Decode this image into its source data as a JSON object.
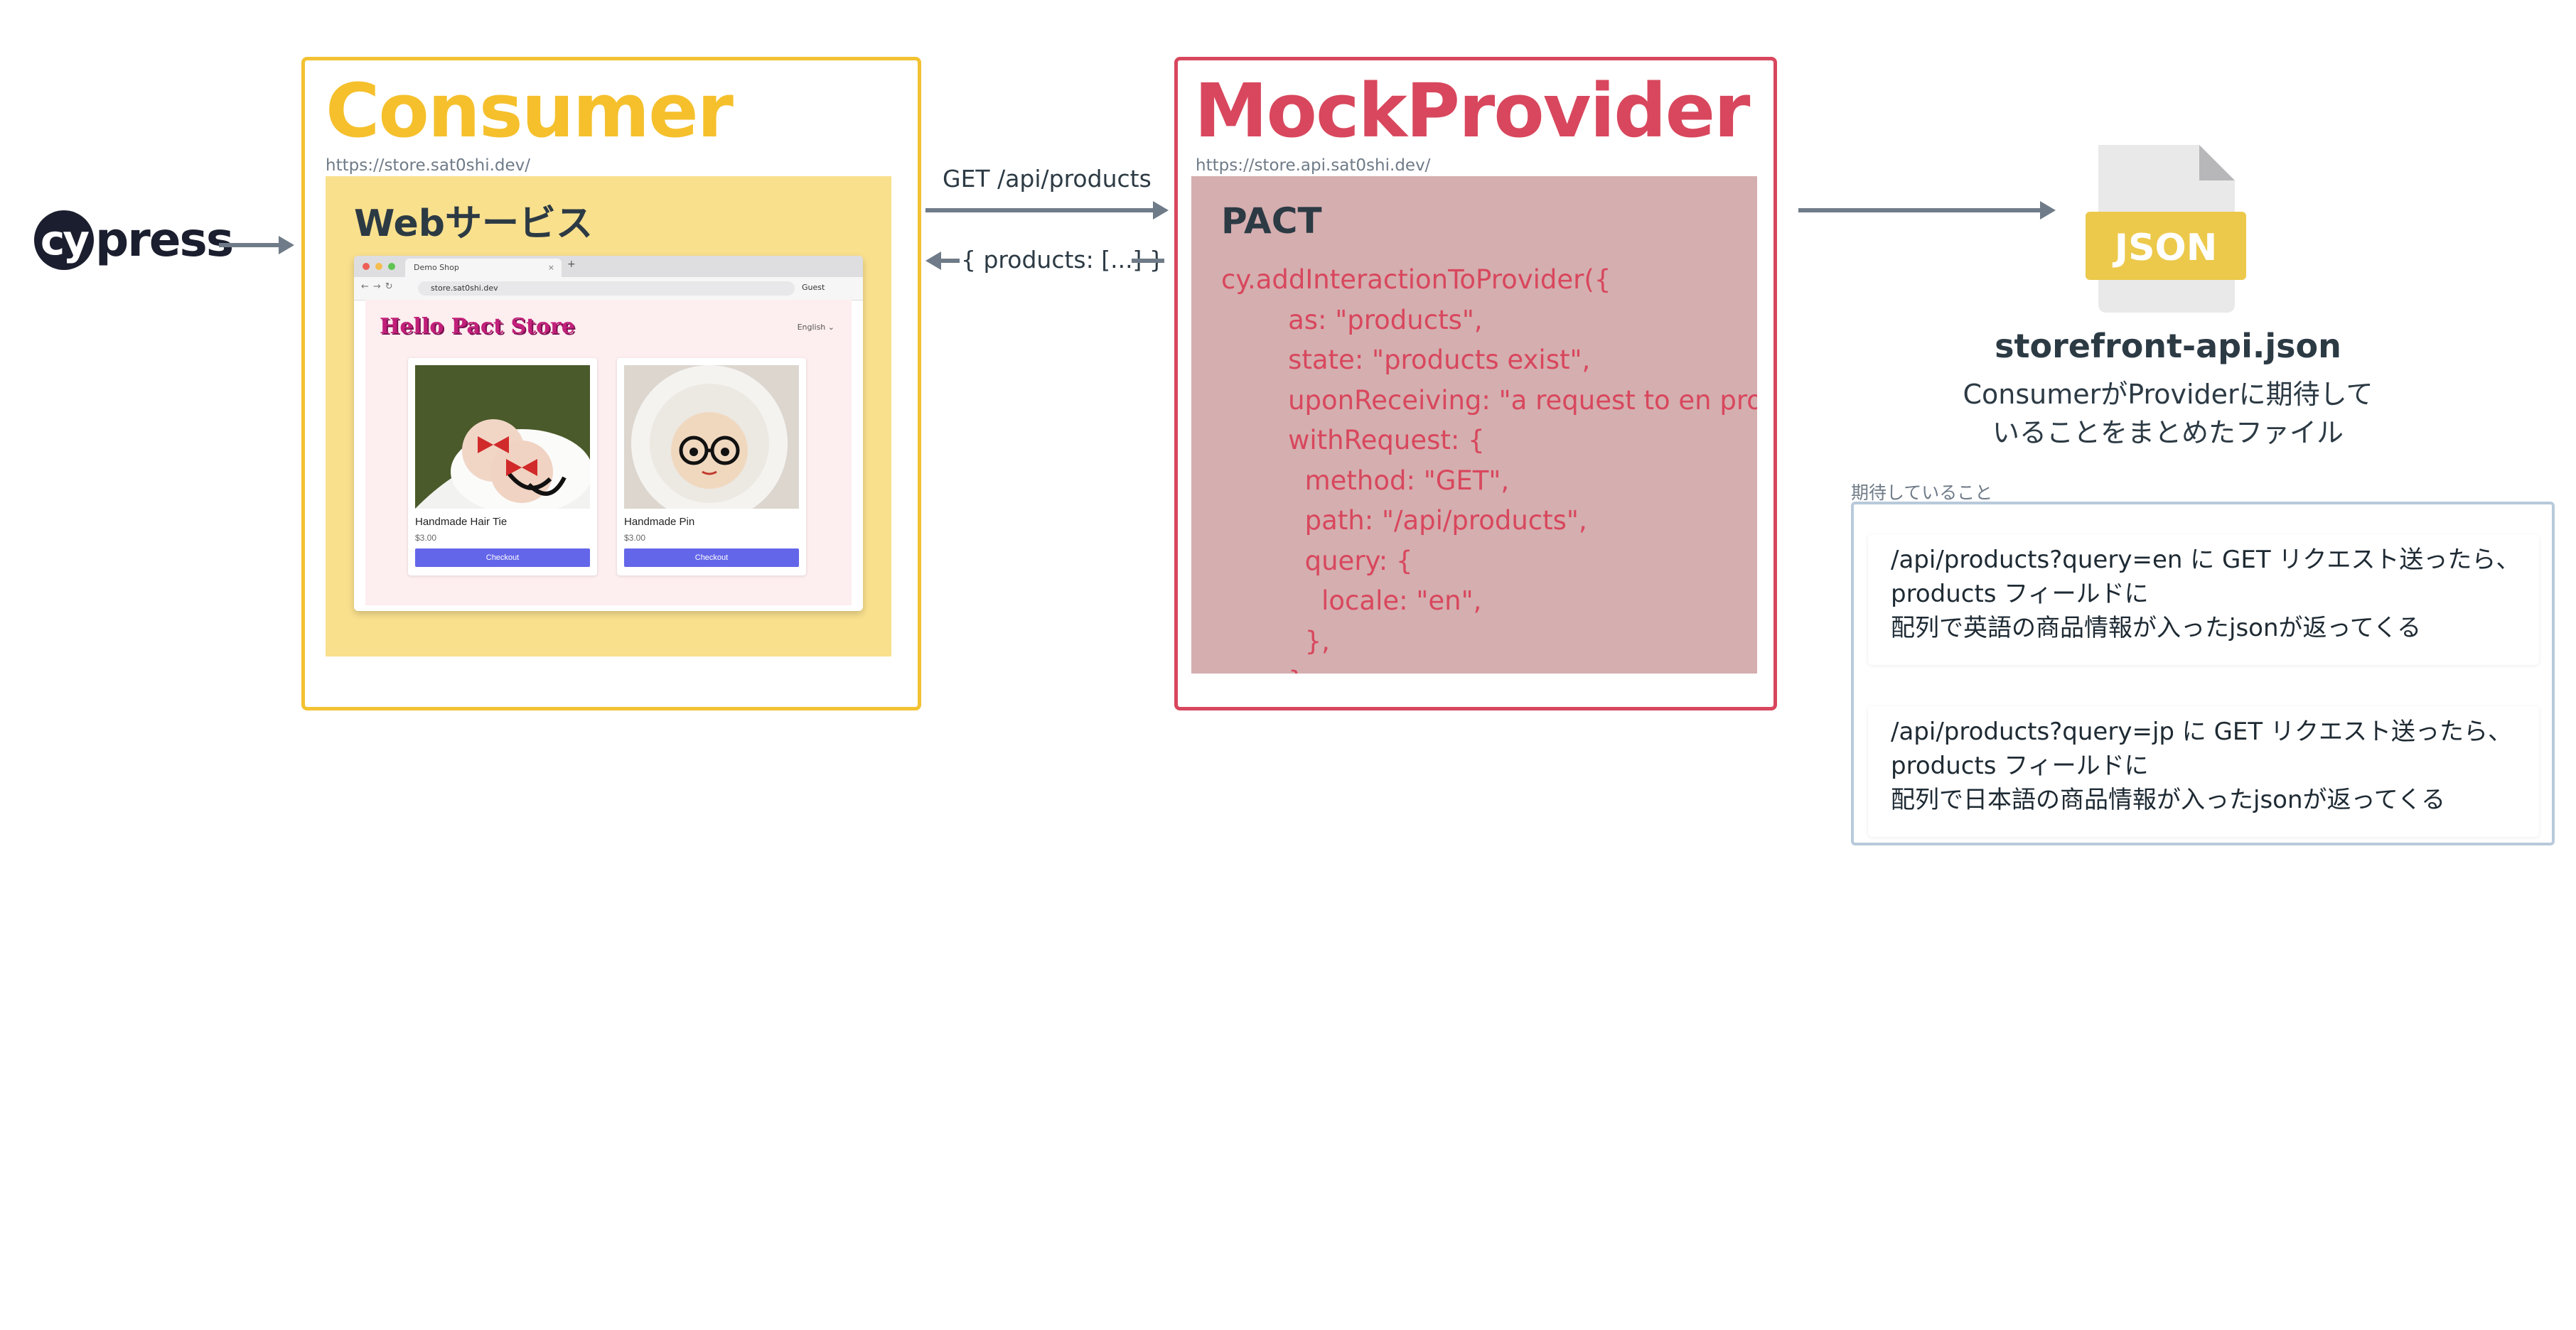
{
  "cypress_logo": {
    "circle_text": "cy",
    "rest_text": "press"
  },
  "consumer": {
    "title": "Consumer",
    "url": "https://store.sat0shi.dev/",
    "panel_title": "Webサービス",
    "browser": {
      "tab_title": "Demo Shop",
      "address": "store.sat0shi.dev",
      "user_label": "Guest",
      "store_title": "Hello Pact Store",
      "language": "English ⌄",
      "products": [
        {
          "name": "Handmade Hair Tie",
          "price": "$3.00",
          "button": "Checkout"
        },
        {
          "name": "Handmade Pin",
          "price": "$3.00",
          "button": "Checkout"
        }
      ]
    }
  },
  "arrows": {
    "request_label": "GET /api/products",
    "response_label": "{ products: [...] }"
  },
  "mock_provider": {
    "title": "MockProvider",
    "url": "https://store.api.sat0shi.dev/",
    "panel_title": "PACT",
    "code_lines": [
      "cy.addInteractionToProvider({",
      "        as: \"products\",",
      "        state: \"products exist\",",
      "        uponReceiving: \"a request to en products\",",
      "        withRequest: {",
      "          method: \"GET\",",
      "          path: \"/api/products\",",
      "          query: {",
      "            locale: \"en\",",
      "          },",
      "        },"
    ]
  },
  "json_file": {
    "icon_label": "JSON",
    "filename": "storefront-api.json",
    "description_line1": "ConsumerがProviderに期待して",
    "description_line2": "いることをまとめたファイル"
  },
  "expectations": {
    "label": "期待していること",
    "items": [
      {
        "line1": "/api/products?query=en に GET リクエスト送ったら、",
        "line2": "products フィールドに",
        "line3": "配列で英語の商品情報が入ったjsonが返ってくる"
      },
      {
        "line1": "/api/products?query=jp に GET リクエスト送ったら、",
        "line2": "products フィールドに",
        "line3": "配列で日本語の商品情報が入ったjsonが返ってくる"
      }
    ]
  },
  "colors": {
    "consumer_accent": "#f5c02c",
    "consumer_panel": "#f9e08d",
    "provider_accent": "#d8475d",
    "provider_panel": "#d5aeaf",
    "arrow": "#6f7b88",
    "json_badge": "#ecc94b"
  }
}
